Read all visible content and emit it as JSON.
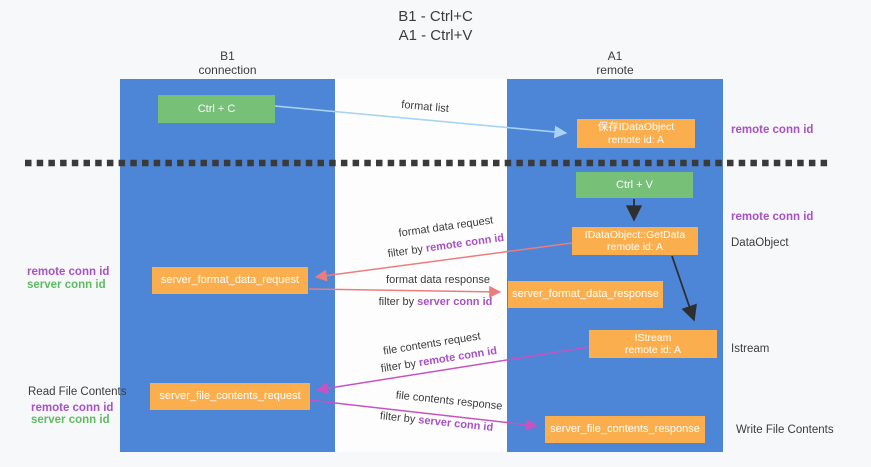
{
  "title": {
    "line1": "B1 - Ctrl+C",
    "line2": "A1 - Ctrl+V"
  },
  "lifelines": {
    "b1": {
      "name": "B1",
      "role": "connection"
    },
    "a1": {
      "name": "A1",
      "role": "remote"
    }
  },
  "nodes": {
    "ctrl_c": {
      "label": "Ctrl + C"
    },
    "save_idataobject": {
      "line1": "保存IDataObject",
      "line2": "remote id: A"
    },
    "ctrl_v": {
      "label": "Ctrl + V"
    },
    "getdata": {
      "line1": "IDataObject::GetData",
      "line2": "remote id: A"
    },
    "format_request": {
      "label": "server_format_data_request"
    },
    "format_response": {
      "label": "server_format_data_response"
    },
    "istream": {
      "line1": "IStream",
      "line2": "remote id: A"
    },
    "file_request": {
      "label": "server_file_contents_request"
    },
    "file_response": {
      "label": "server_file_contents_response"
    }
  },
  "flow_labels": {
    "format_list": "format list",
    "format_data_request": "format data request",
    "format_data_response": "format data response",
    "file_contents_request": "file contents request",
    "file_contents_response": "file contents response",
    "filter_by": "filter by",
    "remote_conn_id": "remote conn id",
    "server_conn_id": "server conn id"
  },
  "side_labels": {
    "remote_conn_id": "remote conn id",
    "server_conn_id": "server conn id",
    "dataobject": "DataObject",
    "istream": "Istream",
    "read_file_contents": "Read File Contents",
    "write_file_contents": "Write File Contents"
  },
  "colors": {
    "column_blue": "#4d86d6",
    "box_green": "#76c077",
    "box_orange": "#fbae4d",
    "arrow_salmon": "#ec7d7d",
    "arrow_magenta": "#c653c1",
    "arrow_light_blue": "#a8d4f2",
    "arrow_black": "#2e2e2e",
    "dashed_divider": "#3a3a3a",
    "text_purple": "#a851c6",
    "text_green": "#5fbb62",
    "text_dark": "#3d3d3d"
  }
}
